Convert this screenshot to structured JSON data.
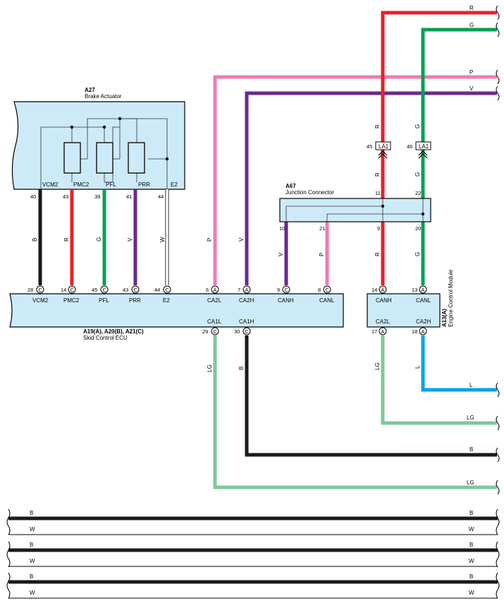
{
  "components": {
    "brake_actuator": {
      "code": "A27",
      "name": "Brake Actuator"
    },
    "skid_control_ecu": {
      "code": "A19(A), A20(B), A21(C)",
      "name": "Skid Control ECU"
    },
    "junction_connector": {
      "code": "A67",
      "name": "Junction Connector"
    },
    "engine_control_module": {
      "code": "A13(A)",
      "name": "Engine Control Module"
    },
    "la1_left": {
      "pin": "45",
      "label": "LA1"
    },
    "la1_right": {
      "pin": "46",
      "label": "LA1"
    }
  },
  "actuator_terminals": [
    {
      "label": "VCM2",
      "pin": "40",
      "wire": "B"
    },
    {
      "label": "PMC2",
      "pin": "43",
      "wire": "R"
    },
    {
      "label": "PFL",
      "pin": "39",
      "wire": "G"
    },
    {
      "label": "PRR",
      "pin": "41",
      "wire": "V"
    },
    {
      "label": "E2",
      "pin": "44",
      "wire": "W"
    }
  ],
  "ecu_top_terminals": [
    {
      "label": "VCM2",
      "pin": "28",
      "conn": "C"
    },
    {
      "label": "PMC2",
      "pin": "14",
      "conn": "C"
    },
    {
      "label": "PFL",
      "pin": "45",
      "conn": "C"
    },
    {
      "label": "PRR",
      "pin": "43",
      "conn": "C"
    },
    {
      "label": "E2",
      "pin": "44",
      "conn": "C"
    },
    {
      "label": "CA2L",
      "pin": "6",
      "conn": "A",
      "wire": "P"
    },
    {
      "label": "CA2H",
      "pin": "7",
      "conn": "A",
      "wire": "V"
    },
    {
      "label": "CANH",
      "pin": "9",
      "conn": "C",
      "wire": "V"
    },
    {
      "label": "CANL",
      "pin": "8",
      "conn": "C",
      "wire": "P"
    }
  ],
  "ecu_bottom_terminals": [
    {
      "label": "CA1L",
      "pin": "29",
      "conn": "C",
      "wire": "LG"
    },
    {
      "label": "CA1H",
      "pin": "30",
      "conn": "C",
      "wire": "B"
    }
  ],
  "junction_pins": {
    "top_left": "11",
    "top_right": "22",
    "bottom": [
      "10",
      "21",
      "9",
      "20"
    ]
  },
  "ecm_terminals": [
    {
      "label": "CANH",
      "pin": "14",
      "conn": "A"
    },
    {
      "label": "CANL",
      "pin": "13",
      "conn": "A"
    },
    {
      "label": "CA2L",
      "pin": "17",
      "conn": "A",
      "wire": "LG"
    },
    {
      "label": "CA2H",
      "pin": "18",
      "conn": "A",
      "wire": "L"
    }
  ],
  "vertical_wire_labels": {
    "r_upper": "R",
    "g_upper": "G",
    "r_mid": "R",
    "g_mid": "G",
    "r_low": "R",
    "g_low": "G",
    "v_junction": "V",
    "p_junction": "P"
  },
  "edge_wires": [
    {
      "label": "R",
      "color": "#e8202a"
    },
    {
      "label": "G",
      "color": "#08a050"
    },
    {
      "label": "P",
      "color": "#f07cb0"
    },
    {
      "label": "V",
      "color": "#6a2a8e"
    },
    {
      "label": "L",
      "color": "#04a4e8"
    },
    {
      "label": "LG",
      "color": "#7fc89a"
    },
    {
      "label": "B",
      "color": "#1a1a1a"
    },
    {
      "label": "LG",
      "color": "#7fc89a"
    }
  ],
  "bottom_wires": [
    {
      "left": "B",
      "right": "B",
      "color": "#1a1a1a"
    },
    {
      "left": "W",
      "right": "W",
      "color": "#ffffff"
    },
    {
      "left": "B",
      "right": "B",
      "color": "#1a1a1a"
    },
    {
      "left": "W",
      "right": "W",
      "color": "#ffffff"
    },
    {
      "left": "B",
      "right": "B",
      "color": "#1a1a1a"
    },
    {
      "left": "W",
      "right": "W",
      "color": "#ffffff"
    }
  ],
  "colors": {
    "red": "#e8202a",
    "green": "#08a050",
    "pink": "#f07cb0",
    "violet": "#6a2a8e",
    "black": "#1a1a1a",
    "blue": "#04a4e8",
    "light_green": "#7fc89a",
    "box_fill": "#cdeaf8"
  }
}
